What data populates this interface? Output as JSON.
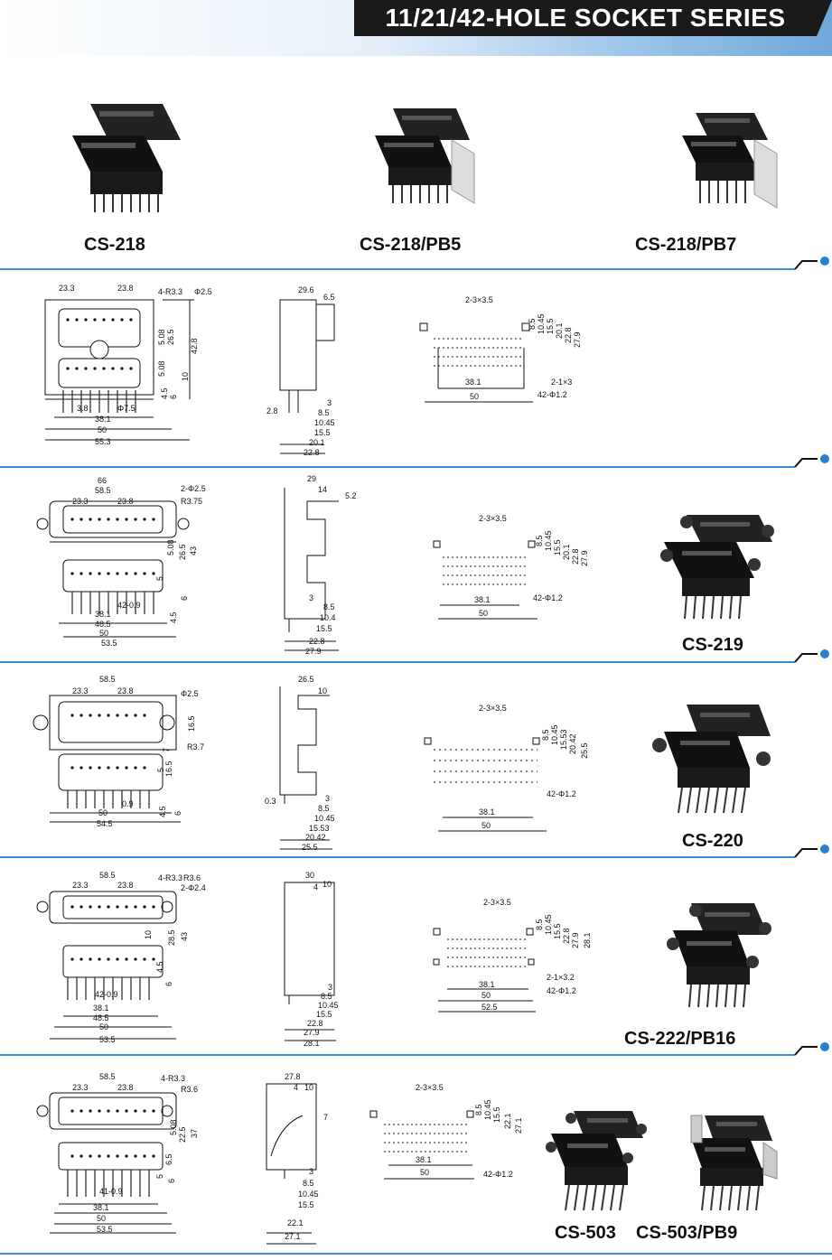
{
  "page_title": "11/21/42-HOLE SOCKET SERIES",
  "colors": {
    "accent_blue": "#3b8fd6",
    "title_bg": "#1a1a1a",
    "title_fg": "#ffffff",
    "line": "#111111"
  },
  "products": {
    "cs218": "CS-218",
    "cs218pb5": "CS-218/PB5",
    "cs218pb7": "CS-218/PB7",
    "cs219": "CS-219",
    "cs220": "CS-220",
    "cs222pb16": "CS-222/PB16",
    "cs503": "CS-503",
    "cs503pb9": "CS-503/PB9"
  },
  "dims": {
    "r1": {
      "front": [
        "23.3",
        "23.8",
        "4-R3.3",
        "Φ2.5",
        "26.5",
        "5.08",
        "42.8",
        "5.08",
        "10",
        "6",
        "4.5",
        "3.8",
        "Φ7.5",
        "38.1",
        "50",
        "55.3"
      ],
      "side": [
        "29.6",
        "6.5",
        "2.8",
        "3",
        "8.5",
        "10.45",
        "15.5",
        "20.1",
        "22.8"
      ],
      "pcb": [
        "2-3×3.5",
        "8.5",
        "10.45",
        "15.5",
        "20.1",
        "22.8",
        "27.9",
        "2-1×3",
        "38.1",
        "42-Φ1.2",
        "50"
      ]
    },
    "r2": {
      "front": [
        "66",
        "58.5",
        "23.3",
        "23.8",
        "2-Φ2.5",
        "R3.75",
        "5.08",
        "26.5",
        "43",
        "5",
        "6",
        "4.5",
        "42-0.9",
        "38.1",
        "48.5",
        "50",
        "53.5"
      ],
      "side": [
        "29",
        "14",
        "5.2",
        "3",
        "8.5",
        "10.4",
        "15.5",
        "22.8",
        "27.9"
      ],
      "pcb": [
        "2-3×3.5",
        "8.5",
        "10.45",
        "15.5",
        "20.1",
        "22.8",
        "27.9",
        "38.1",
        "42-Φ1.2",
        "50"
      ]
    },
    "r3": {
      "front": [
        "58.5",
        "23.3",
        "23.8",
        "Φ2.5",
        "16.5",
        "R3.7",
        "7",
        "16.5",
        "5",
        "0.9",
        "4.5",
        "6",
        "50",
        "54.5"
      ],
      "side": [
        "26.5",
        "10",
        "0.3",
        "3",
        "8.5",
        "10.45",
        "15.53",
        "20.42",
        "25.5"
      ],
      "pcb": [
        "2-3×3.5",
        "8.5",
        "10.45",
        "15.53",
        "20.42",
        "25.5",
        "42-Φ1.2",
        "38.1",
        "50"
      ]
    },
    "r4": {
      "front": [
        "58.5",
        "23.3",
        "23.8",
        "4-R3.3",
        "R3.6",
        "2-Φ2.4",
        "10",
        "28.5",
        "43",
        "4.5",
        "6",
        "42-0.9",
        "38.1",
        "48.5",
        "50",
        "53.5"
      ],
      "side": [
        "30",
        "4",
        "10",
        "3",
        "8.5",
        "10.45",
        "15.5",
        "22.8",
        "27.9",
        "28.1"
      ],
      "pcb": [
        "2-3×3.5",
        "8.5",
        "10.45",
        "15.5",
        "22.8",
        "27.9",
        "28.1",
        "2-1×3.2",
        "38.1",
        "42-Φ1.2",
        "50",
        "52.5"
      ]
    },
    "r5": {
      "front": [
        "58.5",
        "23.3",
        "23.8",
        "4-R3.3",
        "R3.6",
        "5.08",
        "22.5",
        "37",
        "6.5",
        "5",
        "6",
        "41-0.9",
        "38.1",
        "50",
        "53.5"
      ],
      "side": [
        "27.8",
        "4",
        "10",
        "7",
        "3",
        "8.5",
        "10.45",
        "15.5",
        "22.1",
        "27.1"
      ],
      "pcb": [
        "2-3×3.5",
        "8.5",
        "10.45",
        "15.5",
        "22.1",
        "27.1",
        "38.1",
        "42-Φ1.2",
        "50"
      ]
    }
  }
}
